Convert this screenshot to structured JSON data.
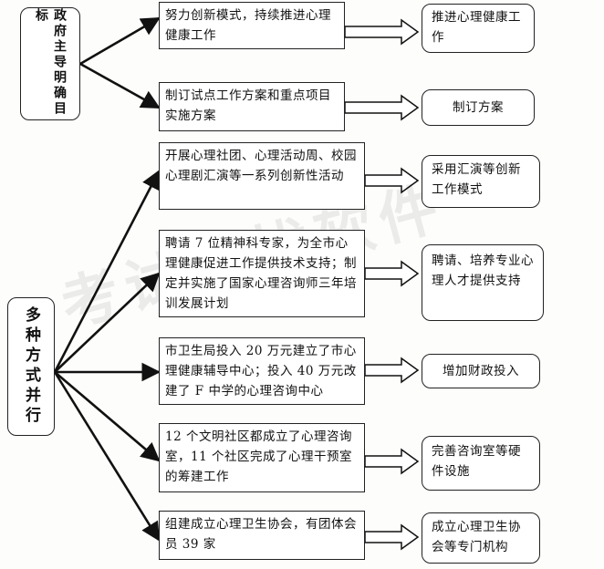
{
  "watermark": "考试无忧软件",
  "gov": {
    "text": "政府主导明确目标",
    "actions": [
      {
        "text": "努力创新模式，持续推进心理健康工作",
        "result": "推进心理健康工作"
      },
      {
        "text": "制订试点工作方案和重点项目实施方案",
        "result": "制订方案"
      }
    ]
  },
  "multi": {
    "text": "多种方式并行",
    "actions": [
      {
        "text": "开展心理社团、心理活动周、校园心理剧汇演等一系列创新性活动",
        "result": "采用汇演等创新工作模式"
      },
      {
        "text": "聘请 7 位精神科专家，为全市心理健康促进工作提供技术支持；制定并实施了国家心理咨询师三年培训发展计划",
        "result": "聘请、培养专业心理人才提供支持"
      },
      {
        "text": "市卫生局投入 20 万元建立了市心理健康辅导中心；投入 40 万元改建了 F 中学的心理咨询中心",
        "result": "增加财政投入"
      },
      {
        "text": "12 个文明社区都成立了心理咨询室，11 个社区完成了心理干预室的筹建工作",
        "result": "完善咨询室等硬件设施"
      },
      {
        "text": "组建成立心理卫生协会，有团体会员 39 家",
        "result": "成立心理卫生协会等专门机构"
      }
    ]
  }
}
